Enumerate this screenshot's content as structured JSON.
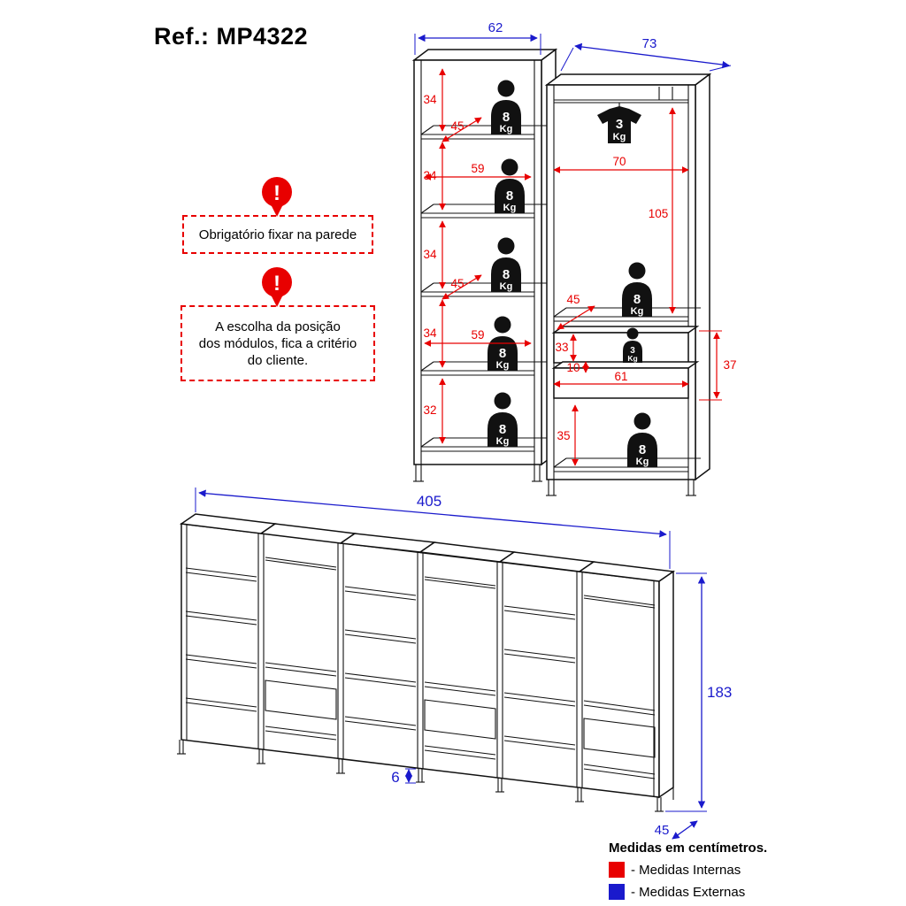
{
  "title": "Ref.: MP4322",
  "icons": {
    "warning_glyph": "!"
  },
  "colors": {
    "internal": "#e80000",
    "external": "#1a1acc"
  },
  "warnings": {
    "fix_wall": "Obrigatório fixar na parede",
    "position_lines": [
      "A escolha da posição",
      "dos módulos, fica a critério",
      "do cliente."
    ]
  },
  "legend": {
    "heading": "Medidas em centímetros.",
    "internal_label": "- Medidas Internas",
    "external_label": "- Medidas Externas"
  },
  "weights": {
    "shelf": "8",
    "rod": "3",
    "drawer": "3",
    "unit": "Kg"
  },
  "dims": {
    "module1_width": "62",
    "module2_width": "73",
    "gap_a": "34",
    "gap_b": "34",
    "gap_c": "34",
    "gap_d": "34",
    "gap_e": "32",
    "depth_a": "45",
    "width_a": "59",
    "depth_b": "45",
    "width_b": "59",
    "hang_width": "70",
    "hang_height": "105",
    "shelf_depth": "45",
    "drawer_height": "33",
    "drawer_gap": "10",
    "drawer_width": "61",
    "drawer_section": "37",
    "bottom_space": "35",
    "total_width": "405",
    "total_height": "183",
    "total_depth": "45",
    "feet_height": "6"
  }
}
